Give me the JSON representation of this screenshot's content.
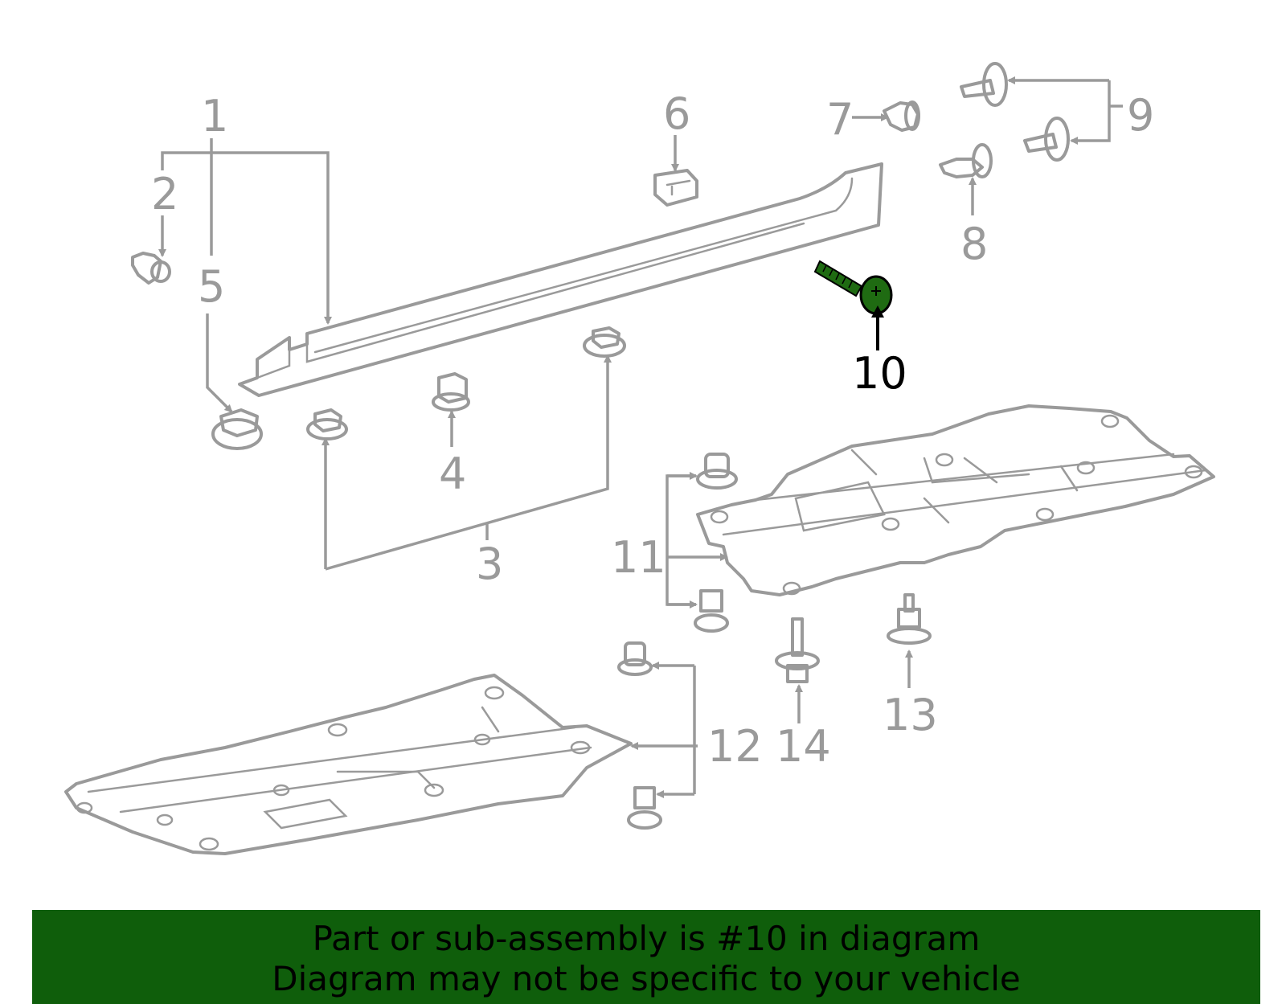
{
  "diagram": {
    "highlight_color": "#1f6b12",
    "part_color": "#9a9a9a",
    "callouts": [
      {
        "id": "1",
        "label": "1"
      },
      {
        "id": "2",
        "label": "2"
      },
      {
        "id": "3",
        "label": "3"
      },
      {
        "id": "4",
        "label": "4"
      },
      {
        "id": "5",
        "label": "5"
      },
      {
        "id": "6",
        "label": "6"
      },
      {
        "id": "7",
        "label": "7"
      },
      {
        "id": "8",
        "label": "8"
      },
      {
        "id": "9",
        "label": "9"
      },
      {
        "id": "10",
        "label": "10",
        "highlighted": true
      },
      {
        "id": "11",
        "label": "11"
      },
      {
        "id": "12",
        "label": "12"
      },
      {
        "id": "13",
        "label": "13"
      },
      {
        "id": "14",
        "label": "14"
      }
    ]
  },
  "banner": {
    "background": "#0f5e0b",
    "line1": "Part or sub-assembly is #10 in diagram",
    "line2": "Diagram may not be specific to your vehicle"
  }
}
